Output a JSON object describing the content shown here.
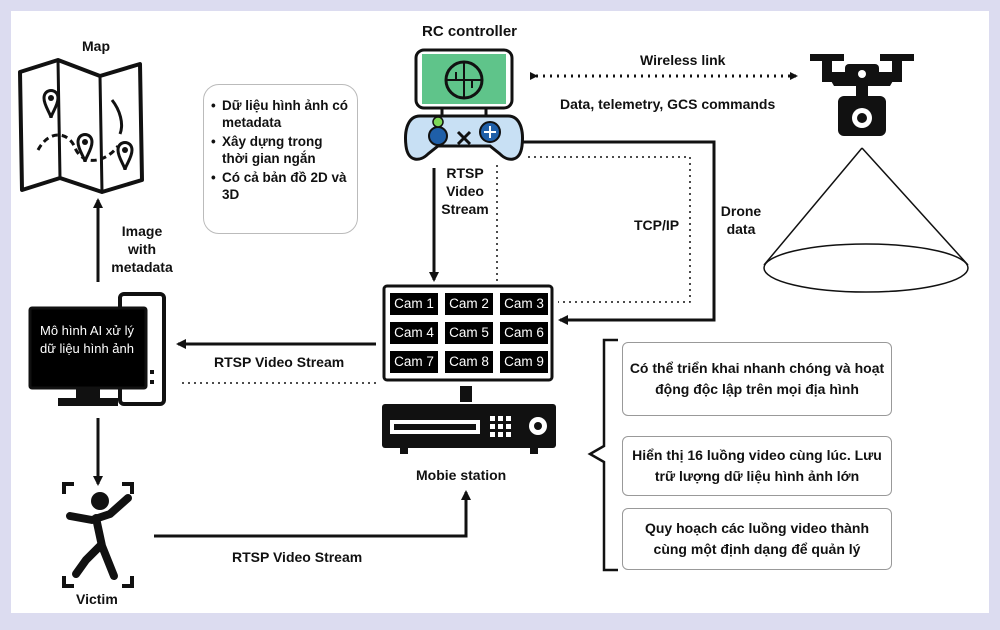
{
  "labels": {
    "map": "Map",
    "rc_controller": "RC controller",
    "wireless_link": "Wireless link",
    "telemetry": "Data, telemetry, GCS commands",
    "rtsp_video_stream_vertical": [
      "RTSP",
      "Video",
      "Stream"
    ],
    "tcp_ip": "TCP/IP",
    "drone_data": [
      "Drone",
      "data"
    ],
    "image_with_metadata": [
      "Image",
      "with",
      "metadata"
    ],
    "rtsp_video_stream_left": "RTSP Video Stream",
    "rtsp_video_stream_bottom": "RTSP Video Stream",
    "mobile_station": "Mobie station",
    "victim": "Victim",
    "ai_model": "Mô hình AI xử lý dữ liệu hình ảnh"
  },
  "notes": [
    "Dữ liệu hình ảnh có metadata",
    "Xây dựng trong thời gian ngắn",
    "Có cả bản đồ 2D và 3D"
  ],
  "cameras": [
    "Cam 1",
    "Cam 2",
    "Cam 3",
    "Cam 4",
    "Cam 5",
    "Cam 6",
    "Cam 7",
    "Cam 8",
    "Cam 9"
  ],
  "features": [
    "Có thể triển khai nhanh chóng và hoạt động độc lập trên mọi địa hình",
    "Hiển thị 16 luồng video cùng lúc. Lưu trữ lượng dữ liệu hình ảnh lớn",
    "Quy hoạch các luồng video thành cùng một định dạng để quản lý"
  ],
  "colors": {
    "background": "#dcdcf0",
    "panel": "#ffffff",
    "controller_screen": "#5fc48a",
    "controller_body": "#c8e0f4",
    "joystick": "#1f5fa8"
  }
}
